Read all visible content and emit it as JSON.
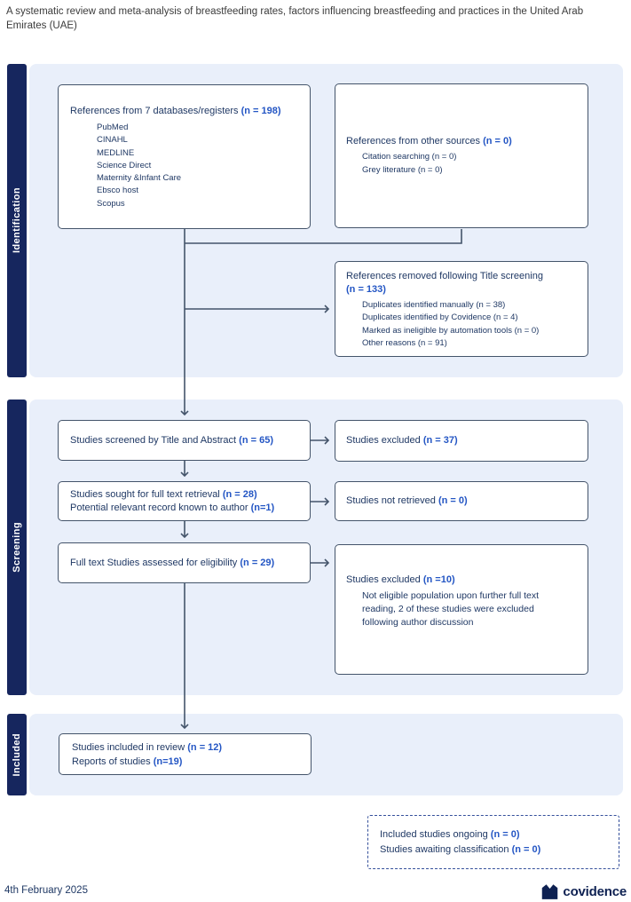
{
  "title": "A systematic review and meta-analysis of breastfeeding rates, factors influencing breastfeeding and practices in the United Arab Emirates (UAE)",
  "sections": {
    "identification": "Identification",
    "screening": "Screening",
    "included": "Included"
  },
  "boxes": {
    "databases": {
      "main": "References from 7 databases/registers",
      "n": "(n = 198)",
      "items": [
        "PubMed",
        "CINAHL",
        "MEDLINE",
        "Science Direct",
        "Maternity &Infant Care",
        "Ebsco host",
        "Scopus"
      ]
    },
    "other_sources": {
      "main": "References from other sources",
      "n": "(n = 0)",
      "items": [
        "Citation searching (n = 0)",
        "Grey literature (n = 0)"
      ]
    },
    "removed": {
      "main": "References removed following Title screening",
      "n": "(n = 133)",
      "items": [
        "Duplicates identified manually (n = 38)",
        "Duplicates identified by Covidence (n = 4)",
        "Marked as ineligible by automation tools (n = 0)",
        "Other reasons (n = 91)"
      ]
    },
    "screened": {
      "main": "Studies screened by Title and Abstract",
      "n": "(n = 65)"
    },
    "excluded_screening": {
      "main": "Studies excluded",
      "n": "(n = 37)"
    },
    "sought": {
      "line1": {
        "main": "Studies sought for full text retrieval",
        "n": "(n = 28)"
      },
      "line2": {
        "main": "Potential relevant record known to author",
        "n": "(n=1)"
      }
    },
    "not_retrieved": {
      "main": "Studies not retrieved",
      "n": "(n = 0)"
    },
    "fulltext": {
      "main": "Full text Studies assessed for eligibility",
      "n": "(n = 29)"
    },
    "excluded_fulltext": {
      "main": "Studies excluded",
      "n": "(n =10)",
      "reason": "Not eligible population upon further full text reading, 2 of these studies were excluded following author discussion"
    },
    "included_review": {
      "line1": {
        "main": "Studies included in review",
        "n": "(n = 12)"
      },
      "line2": {
        "main": "Reports of studies",
        "n": "(n=19)"
      }
    },
    "awaiting": {
      "line1": {
        "main": "Included studies ongoing",
        "n": "(n = 0)"
      },
      "line2": {
        "main": "Studies awaiting classification",
        "n": "(n = 0)"
      }
    }
  },
  "footer": {
    "date": "4th February 2025",
    "logo_text": "covidence"
  },
  "colors": {
    "accent_blue": "#2456c4",
    "navy_text": "#1f3864",
    "sidebar_navy": "#16265e",
    "band_blue": "#e9effa",
    "border_slate": "#44546a",
    "logo_navy": "#0e2152"
  }
}
